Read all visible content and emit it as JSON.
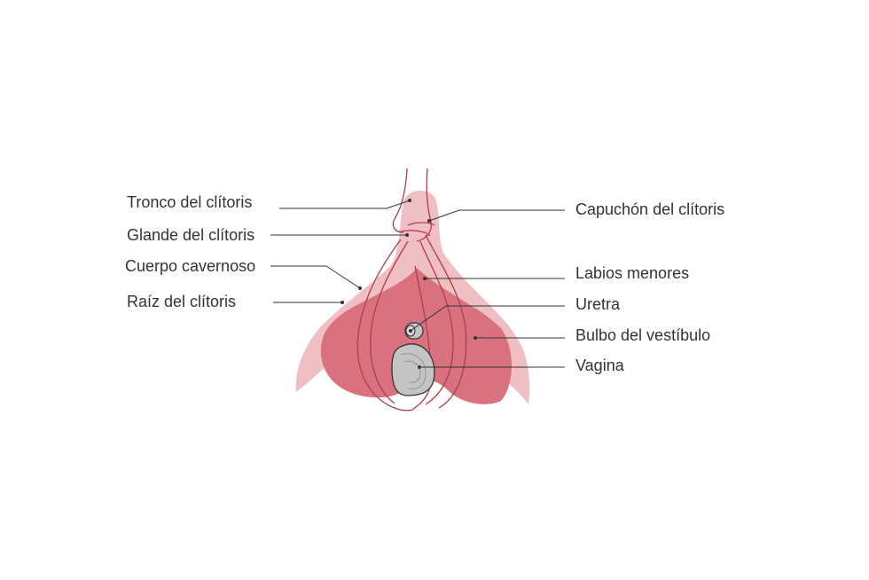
{
  "labels_left": [
    {
      "text": "Tronco del clítoris"
    },
    {
      "text": "Glande del clítoris"
    },
    {
      "text": "Cuerpo cavernoso"
    },
    {
      "text": "Raíz del clítoris"
    }
  ],
  "labels_right": [
    {
      "text": "Capuchón del clítoris"
    },
    {
      "text": "Labios menores"
    },
    {
      "text": "Uretra"
    },
    {
      "text": "Bulbo del vestíbulo"
    },
    {
      "text": "Vagina"
    }
  ],
  "colors": {
    "light_pink": "#f0bfc3",
    "dark_pink": "#d9717f",
    "outline": "#b13b4c",
    "vagina_gray": "#c4c4c6",
    "leader": "#333333"
  }
}
